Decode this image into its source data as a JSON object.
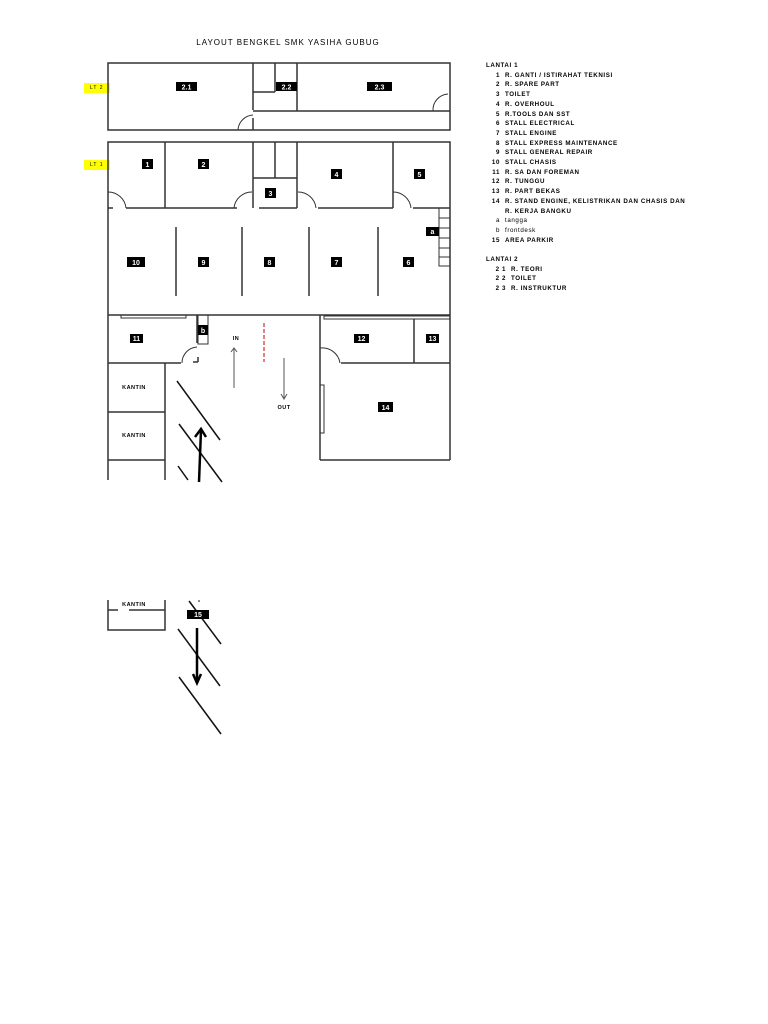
{
  "title": "LAYOUT BENGKEL SMK YASIHA GUBUG",
  "floor_tags": {
    "lt2": "LT 2",
    "lt1": "LT 1"
  },
  "rooms": {
    "r2_1": "2.1",
    "r2_2": "2.2",
    "r2_3": "2.3",
    "r1": "1",
    "r2": "2",
    "r3": "3",
    "r4": "4",
    "r5": "5",
    "r6": "6",
    "r7": "7",
    "r8": "8",
    "r9": "9",
    "r10": "10",
    "r11": "11",
    "r12": "12",
    "r13": "13",
    "r14": "14",
    "ra": "a",
    "rb": "b",
    "r15": "15"
  },
  "labels": {
    "in": "IN",
    "out": "OUT",
    "kantin1": "KANTIN",
    "kantin2": "KANTIN",
    "kantin3": "KANTIN"
  },
  "legend": {
    "lantai1": {
      "heading": "LANTAI 1",
      "items": [
        {
          "num": "1",
          "label": "R. GANTI / ISTIRAHAT TEKNISI"
        },
        {
          "num": "2",
          "label": "R. SPARE PART"
        },
        {
          "num": "3",
          "label": "TOILET"
        },
        {
          "num": "4",
          "label": "R. OVERHOUL"
        },
        {
          "num": "5",
          "label": "R.TOOLS DAN SST"
        },
        {
          "num": "6",
          "label": "STALL ELECTRICAL"
        },
        {
          "num": "7",
          "label": "STALL ENGINE"
        },
        {
          "num": "8",
          "label": "STALL EXPRESS MAINTENANCE"
        },
        {
          "num": "9",
          "label": "STALL GENERAL REPAIR"
        },
        {
          "num": "10",
          "label": "STALL CHASIS"
        },
        {
          "num": "11",
          "label": "R. SA DAN FOREMAN"
        },
        {
          "num": "12",
          "label": "R. TUNGGU"
        },
        {
          "num": "13",
          "label": "R. PART BEKAS"
        },
        {
          "num": "14",
          "label": "R. STAND ENGINE, KELISTRIKAN DAN CHASIS DAN"
        },
        {
          "num": "",
          "label": "R. KERJA BANGKU"
        },
        {
          "num": "a",
          "label": "tangga"
        },
        {
          "num": "b",
          "label": "frontdesk"
        },
        {
          "num": "15",
          "label": "AREA PARKIR"
        }
      ]
    },
    "lantai2": {
      "heading": "LANTAI 2",
      "items": [
        {
          "num": "2 1",
          "label": "R. TEORI"
        },
        {
          "num": "2 2",
          "label": "TOILET"
        },
        {
          "num": "2 3",
          "label": "R. INSTRUKTUR"
        }
      ]
    }
  },
  "colors": {
    "floor_tag": "#ffff00",
    "divider_red": "#cc0000",
    "wall": "#333333"
  }
}
